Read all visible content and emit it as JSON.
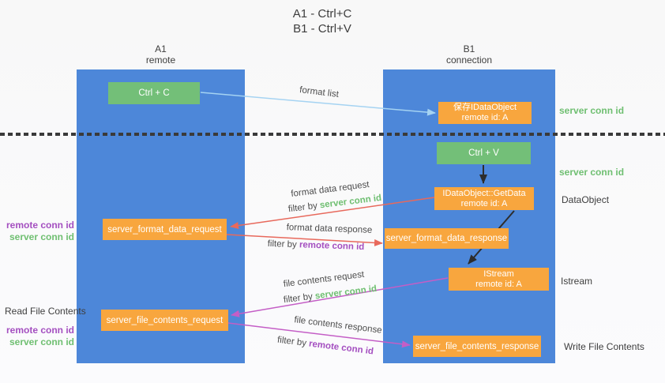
{
  "title": {
    "line1": "A1 - Ctrl+C",
    "line2": "B1 - Ctrl+V"
  },
  "lanes": {
    "a1": {
      "name": "A1",
      "role": "remote"
    },
    "b1": {
      "name": "B1",
      "role": "connection"
    }
  },
  "nodes": {
    "ctrl_c": "Ctrl + C",
    "ctrl_v": "Ctrl + V",
    "save_idataobject": {
      "line1": "保存IDataObject",
      "line2": "remote id: A"
    },
    "getdata": {
      "line1": "IDataObject::GetData",
      "line2": "remote id: A"
    },
    "istream": {
      "line1": "IStream",
      "line2": "remote id: A"
    },
    "format_request": "server_format_data_request",
    "format_response": "server_format_data_response",
    "file_request": "server_file_contents_request",
    "file_response": "server_file_contents_response"
  },
  "arrow_labels": {
    "format_list": "format list",
    "format_data_request": "format data request",
    "format_data_response": "format data response",
    "file_contents_request": "file contents request",
    "file_contents_response": "file contents response",
    "filter_by": "filter by ",
    "server_conn_id": "server conn id",
    "remote_conn_id": "remote conn id"
  },
  "side_labels": {
    "remote_conn_id": "remote conn id",
    "server_conn_id": "server conn id",
    "read_file_contents": "Read File Contents",
    "write_file_contents": "Write File Contents",
    "dataobject": "DataObject",
    "istream": "Istream"
  },
  "colors": {
    "lane_blue": "#4d87d9",
    "node_green": "#73bf78",
    "node_orange": "#f8a63e",
    "arrow_red": "#e8695c",
    "arrow_magenta": "#c45ec6",
    "arrow_light_blue": "#a5d3f2",
    "arrow_black": "#2d2d2d",
    "text_green": "#6fbf71",
    "text_purple": "#a44fc0",
    "dotted_line": "#3a3a3a"
  }
}
